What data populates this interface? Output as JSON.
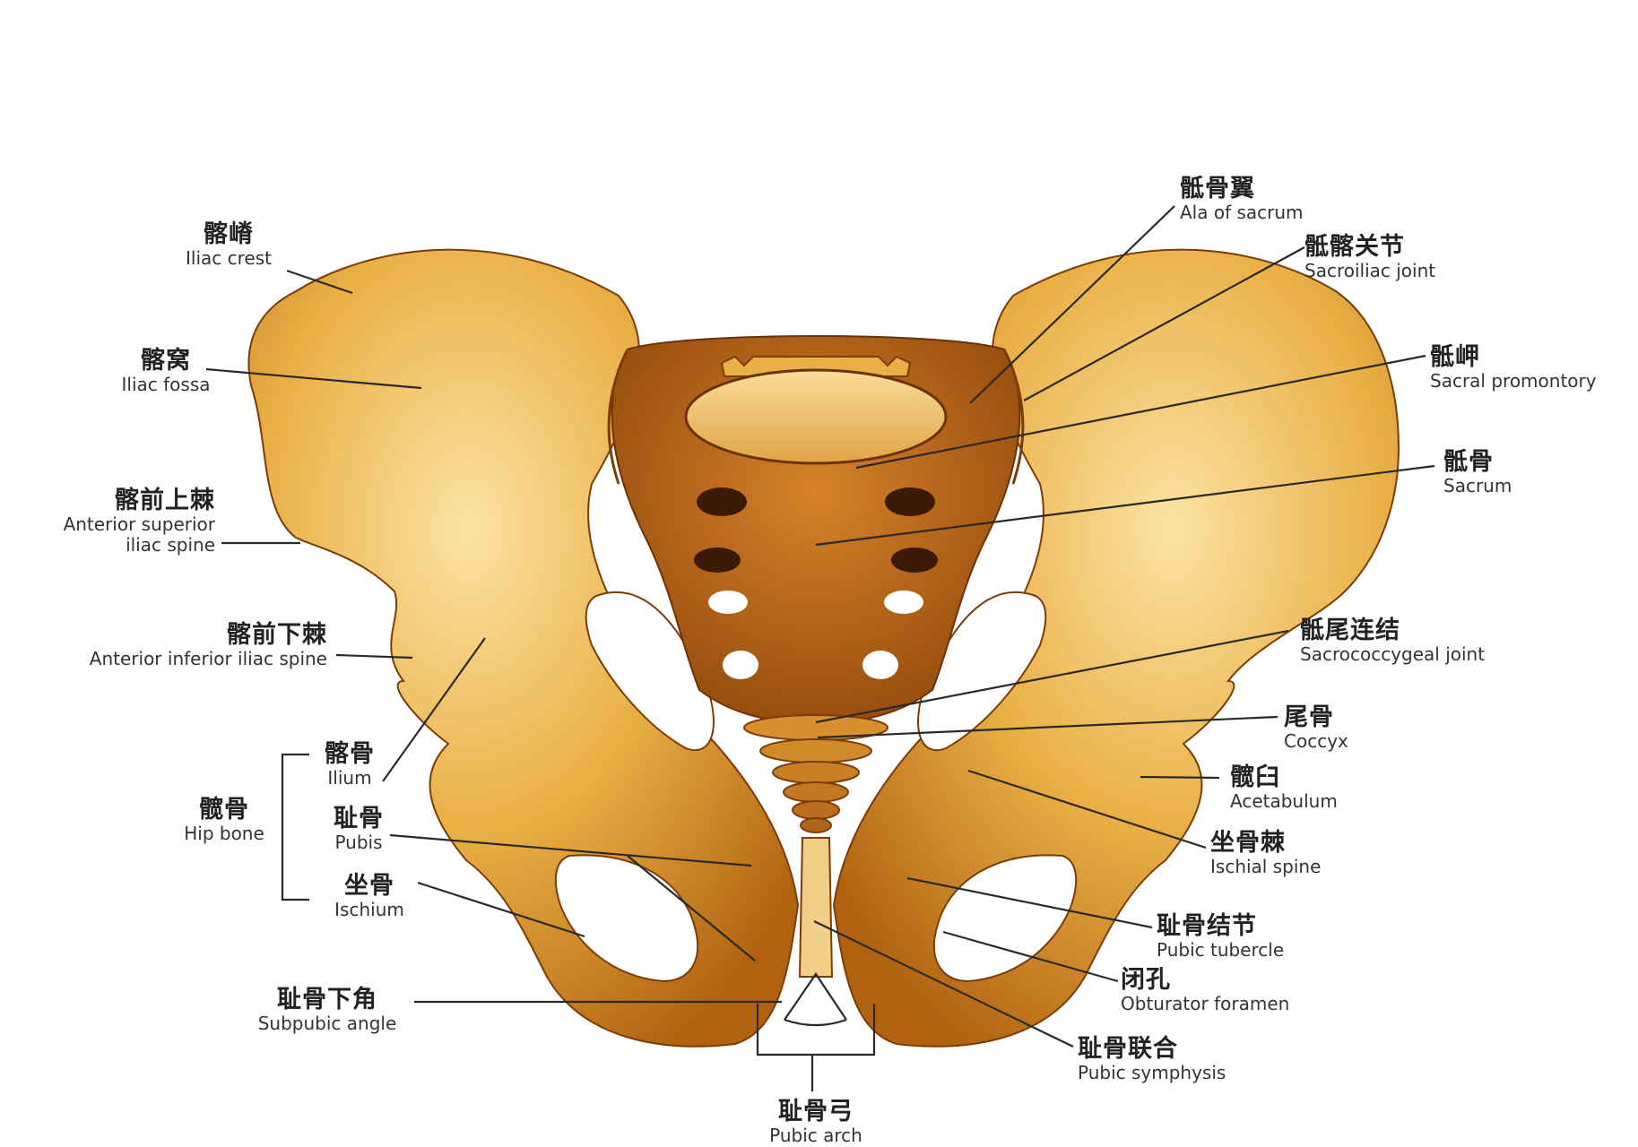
{
  "colors": {
    "bone_light": "#fbe3a4",
    "bone_mid": "#eab046",
    "bone_dark": "#a4560e",
    "bone_outline": "#7a3d08",
    "leader_line": "#2a2a2a",
    "text": "#222222"
  },
  "labels": {
    "iliac_crest": {
      "zh": "髂嵴",
      "en": "Iliac crest"
    },
    "iliac_fossa": {
      "zh": "髂窝",
      "en": "Iliac fossa"
    },
    "asis": {
      "zh": "髂前上棘",
      "en1": "Anterior superior",
      "en2": "iliac spine"
    },
    "aiis": {
      "zh": "髂前下棘",
      "en": "Anterior inferior iliac spine"
    },
    "ilium": {
      "zh": "髂骨",
      "en": "Ilium"
    },
    "hip_bone": {
      "zh": "髋骨",
      "en": "Hip bone"
    },
    "pubis": {
      "zh": "耻骨",
      "en": "Pubis"
    },
    "ischium": {
      "zh": "坐骨",
      "en": "Ischium"
    },
    "subpubic_angle": {
      "zh": "耻骨下角",
      "en": "Subpubic angle"
    },
    "pubic_arch": {
      "zh": "耻骨弓",
      "en": "Pubic arch"
    },
    "ala_of_sacrum": {
      "zh": "骶骨翼",
      "en": "Ala of sacrum"
    },
    "sacroiliac_joint": {
      "zh": "骶髂关节",
      "en": "Sacroiliac joint"
    },
    "sacral_promontory": {
      "zh": "骶岬",
      "en": "Sacral promontory"
    },
    "sacrum": {
      "zh": "骶骨",
      "en": "Sacrum"
    },
    "sacrococcygeal_joint": {
      "zh": "骶尾连结",
      "en": "Sacrococcygeal joint"
    },
    "coccyx": {
      "zh": "尾骨",
      "en": "Coccyx"
    },
    "acetabulum": {
      "zh": "髋臼",
      "en": "Acetabulum"
    },
    "ischial_spine": {
      "zh": "坐骨棘",
      "en": "Ischial spine"
    },
    "pubic_tubercle": {
      "zh": "耻骨结节",
      "en": "Pubic tubercle"
    },
    "obturator_foramen": {
      "zh": "闭孔",
      "en": "Obturator foramen"
    },
    "pubic_symphysis": {
      "zh": "耻骨联合",
      "en": "Pubic symphysis"
    }
  }
}
